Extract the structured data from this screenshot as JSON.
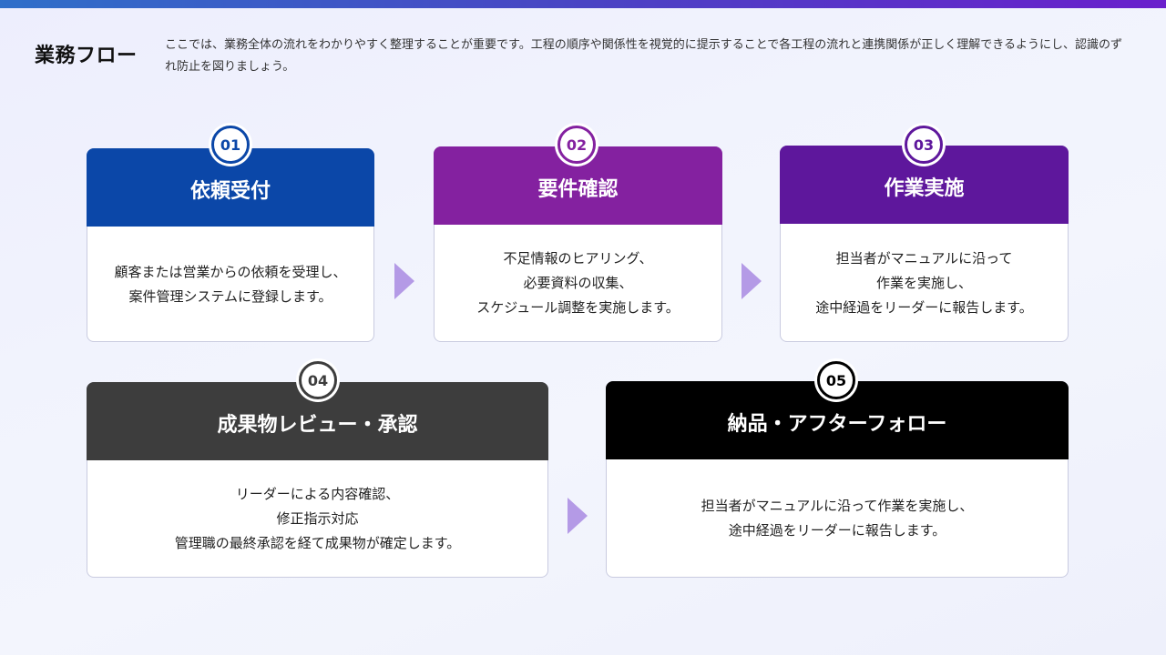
{
  "header": {
    "title": "業務フロー",
    "description": "ここでは、業務全体の流れをわかりやすく整理することが重要です。工程の順序や関係性を視覚的に提示することで各工程の流れと連携関係が正しく理解できるようにし、認識のずれ防止を図りましょう。"
  },
  "steps": [
    {
      "number": "01",
      "title": "依頼受付",
      "lines": [
        "顧客または営業からの依頼を受理し、",
        "案件管理システムに登録します。"
      ],
      "color": "#0b47a8"
    },
    {
      "number": "02",
      "title": "要件確認",
      "lines": [
        "不足情報のヒアリング、",
        "必要資料の収集、",
        "スケジュール調整を実施します。"
      ],
      "color": "#8421a0"
    },
    {
      "number": "03",
      "title": "作業実施",
      "lines": [
        "担当者がマニュアルに沿って",
        "作業を実施し、",
        "途中経過をリーダーに報告します。"
      ],
      "color": "#5e179c"
    },
    {
      "number": "04",
      "title": "成果物レビュー・承認",
      "lines": [
        "リーダーによる内容確認、",
        "修正指示対応",
        "管理職の最終承認を経て成果物が確定します。"
      ],
      "color": "#3d3d3d"
    },
    {
      "number": "05",
      "title": "納品・アフターフォロー",
      "lines": [
        "担当者がマニュアルに沿って作業を実施し、",
        "途中経過をリーダーに報告します。"
      ],
      "color": "#000000"
    }
  ]
}
